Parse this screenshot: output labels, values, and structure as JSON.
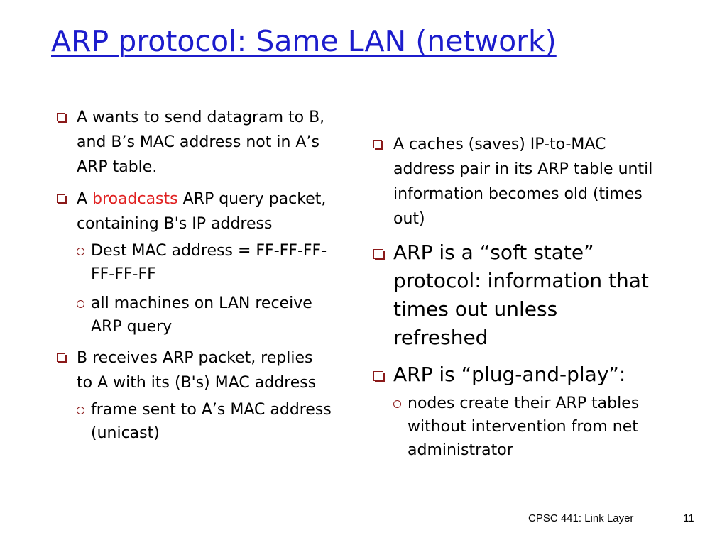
{
  "slide": {
    "title": "ARP protocol: Same LAN (network)",
    "colors": {
      "title": "#1c1ccc",
      "highlight": "#e02020",
      "bullet": "#8b1a1a"
    },
    "left_column": {
      "b1": "A wants to send datagram to B, and B’s MAC address not in A’s ARP table.",
      "b2_pre": "A ",
      "b2_highlight": "broadcasts",
      "b2_post": " ARP query packet, containing B's IP address",
      "b2_sub1": "Dest MAC address = FF-FF-FF-FF-FF-FF",
      "b2_sub2": "all machines on LAN receive ARP query",
      "b3": "B receives ARP packet, replies to A with its (B's) MAC address",
      "b3_sub1": "frame sent to A’s MAC address (unicast)"
    },
    "right_column": {
      "b1": "A caches (saves) IP-to-MAC address pair in its ARP table until information becomes old (times out)",
      "b2": "ARP is a “soft state” protocol: information that times out unless refreshed",
      "b3": "ARP is “plug-and-play”:",
      "b3_sub1": "nodes create their ARP tables without intervention from net administrator"
    },
    "footer": {
      "label": "CPSC 441: Link Layer",
      "page": "11"
    }
  }
}
